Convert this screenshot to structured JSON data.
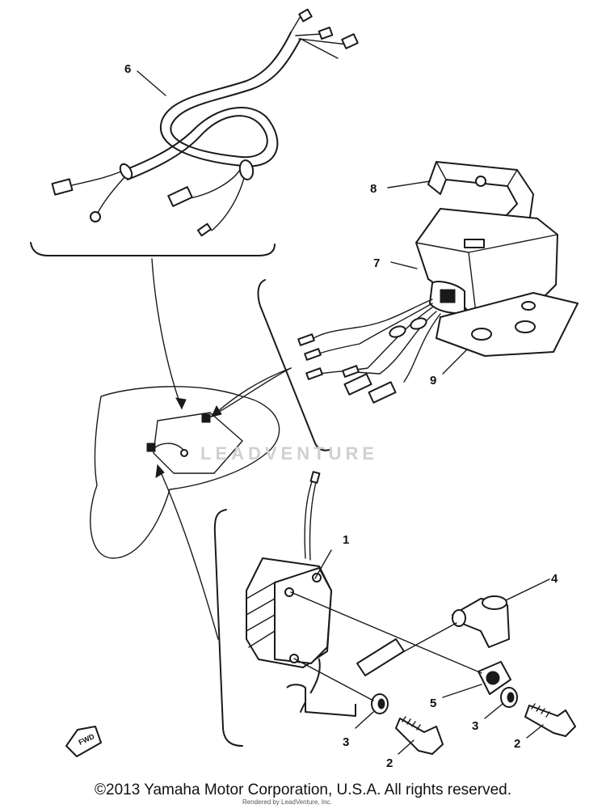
{
  "diagram": {
    "callouts": [
      "1",
      "2",
      "3",
      "4",
      "5",
      "6",
      "7",
      "8",
      "9"
    ],
    "fwd_label": "FWD"
  },
  "watermark": {
    "text": "LEADVENTURE"
  },
  "footer": {
    "copyright": "©2013 Yamaha Motor Corporation, U.S.A. All rights reserved.",
    "subcredit": "Rendered by LeadVenture, Inc."
  }
}
